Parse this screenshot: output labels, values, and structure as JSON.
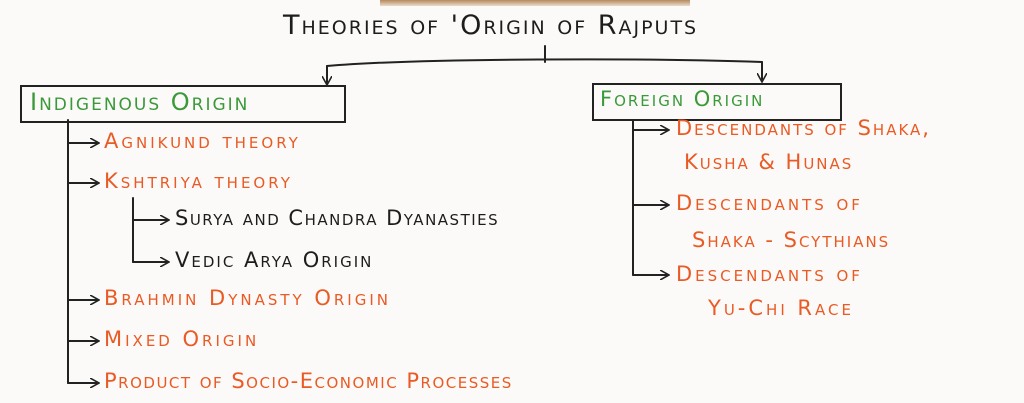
{
  "title": "Theories of 'Origin of Rajputs",
  "indigenous": {
    "heading": "Indigenous Origin",
    "items": [
      "Agnikund theory",
      "Kshtriya theory",
      "Brahmin Dynasty Origin",
      "Mixed Origin",
      "Product of Socio-Economic Processes"
    ],
    "kshtriya_sub": [
      "Surya and Chandra Dyanasties",
      "Vedic Arya Origin"
    ]
  },
  "foreign": {
    "heading": "Foreign Origin",
    "items": [
      {
        "line1": "Descendants of Shaka,",
        "line2": "Kusha & Hunas"
      },
      {
        "line1": "Descendants of",
        "line2": "Shaka - Scythians"
      },
      {
        "line1": "Descendants of",
        "line2": "Yu-Chi Race"
      }
    ]
  },
  "colors": {
    "ink": "#1d1d1d",
    "heading_green": "#3a9a3a",
    "item_orange": "#ea5a24"
  }
}
